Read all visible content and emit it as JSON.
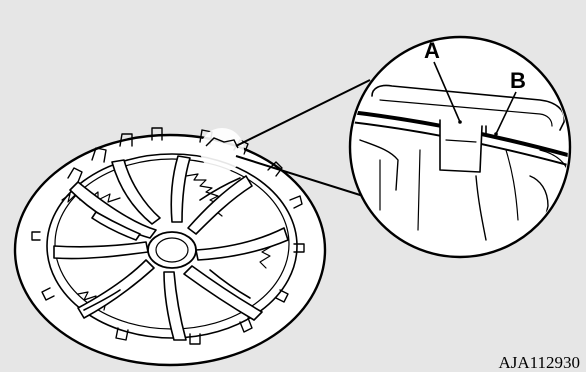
{
  "callouts": {
    "a": "A",
    "b": "B"
  },
  "figure_code": "AJA112930",
  "colors": {
    "background": "#e6e6e6",
    "line": "#000000",
    "fill": "#ffffff"
  }
}
